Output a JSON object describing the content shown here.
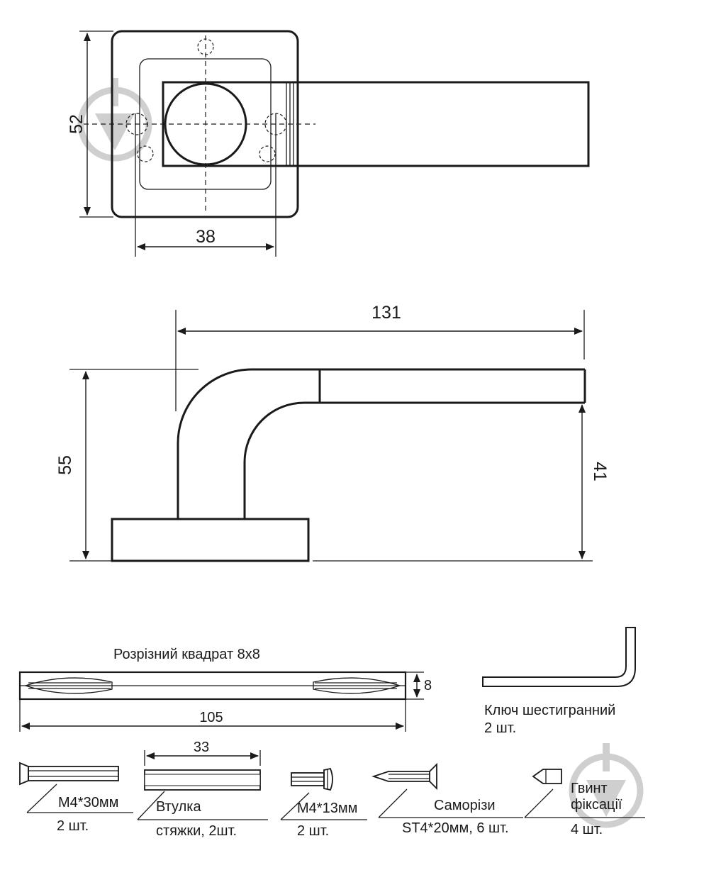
{
  "dimensions": {
    "rosette_height": "52",
    "hole_spacing": "38",
    "lever_length": "131",
    "total_height": "55",
    "lever_height": "41",
    "spindle_size": "8",
    "spindle_length": "105",
    "sleeve_length": "33"
  },
  "spindle": {
    "title": "Розрізний квадрат 8х8"
  },
  "hex_key": {
    "line1": "Ключ шестигранний",
    "line2": "2 шт."
  },
  "parts": [
    {
      "name": "М4*30мм",
      "qty": "2 шт."
    },
    {
      "name": "Втулка",
      "qty": "стяжки, 2шт."
    },
    {
      "name": "М4*13мм",
      "qty": "2 шт."
    },
    {
      "name": "Саморізи",
      "qty": "ST4*20мм, 6 шт."
    },
    {
      "name_line1": "Гвинт",
      "name_line2": "фіксації",
      "qty": "4 шт."
    }
  ],
  "colors": {
    "line": "#1a1a1a",
    "watermark": "#cfcfcf"
  }
}
